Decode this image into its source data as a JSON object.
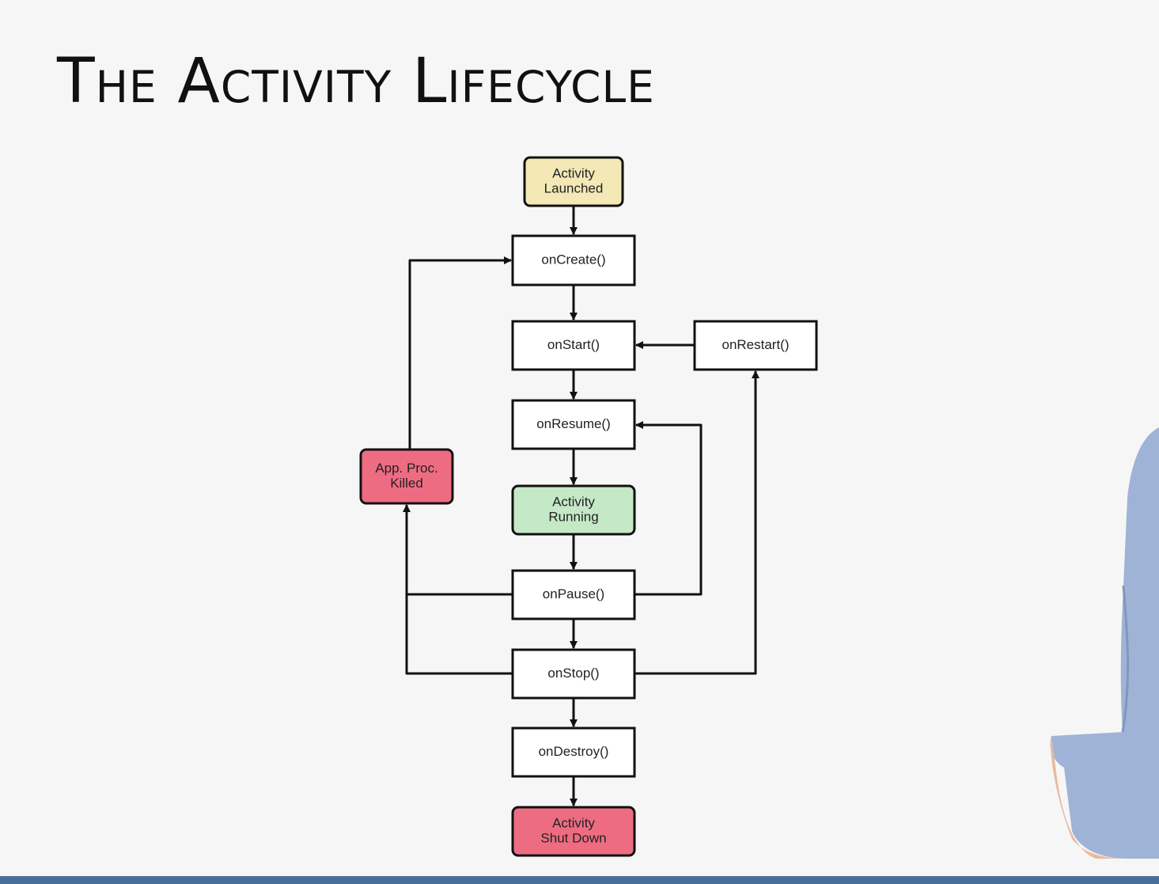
{
  "title": "The Activity Lifecycle",
  "colors": {
    "launched": "#f3e8b6",
    "running": "#c5e9c6",
    "killed": "#ee6c82",
    "default": "#ffffff",
    "line": "#111111"
  },
  "nodes": [
    {
      "id": "launched",
      "lines": [
        "Activity",
        "Launched"
      ],
      "color": "launched"
    },
    {
      "id": "onCreate",
      "lines": [
        "onCreate()"
      ],
      "color": "default"
    },
    {
      "id": "onStart",
      "lines": [
        "onStart()"
      ],
      "color": "default"
    },
    {
      "id": "onRestart",
      "lines": [
        "onRestart()"
      ],
      "color": "default"
    },
    {
      "id": "onResume",
      "lines": [
        "onResume()"
      ],
      "color": "default"
    },
    {
      "id": "running",
      "lines": [
        "Activity",
        "Running"
      ],
      "color": "running"
    },
    {
      "id": "killed",
      "lines": [
        "App. Proc.",
        "Killed"
      ],
      "color": "killed"
    },
    {
      "id": "onPause",
      "lines": [
        "onPause()"
      ],
      "color": "default"
    },
    {
      "id": "onStop",
      "lines": [
        "onStop()"
      ],
      "color": "default"
    },
    {
      "id": "onDestroy",
      "lines": [
        "onDestroy()"
      ],
      "color": "default"
    },
    {
      "id": "shutdown",
      "lines": [
        "Activity",
        "Shut Down"
      ],
      "color": "killed"
    }
  ],
  "edges": [
    {
      "from": "launched",
      "to": "onCreate"
    },
    {
      "from": "onCreate",
      "to": "onStart"
    },
    {
      "from": "onStart",
      "to": "onResume"
    },
    {
      "from": "onResume",
      "to": "running"
    },
    {
      "from": "running",
      "to": "onPause"
    },
    {
      "from": "onPause",
      "to": "onStop"
    },
    {
      "from": "onStop",
      "to": "onDestroy"
    },
    {
      "from": "onDestroy",
      "to": "shutdown"
    },
    {
      "from": "onRestart",
      "to": "onStart"
    },
    {
      "from": "onPause",
      "to": "onResume"
    },
    {
      "from": "onStop",
      "to": "onRestart"
    },
    {
      "from": "onPause",
      "to": "killed"
    },
    {
      "from": "onStop",
      "to": "killed"
    },
    {
      "from": "killed",
      "to": "onCreate"
    }
  ]
}
